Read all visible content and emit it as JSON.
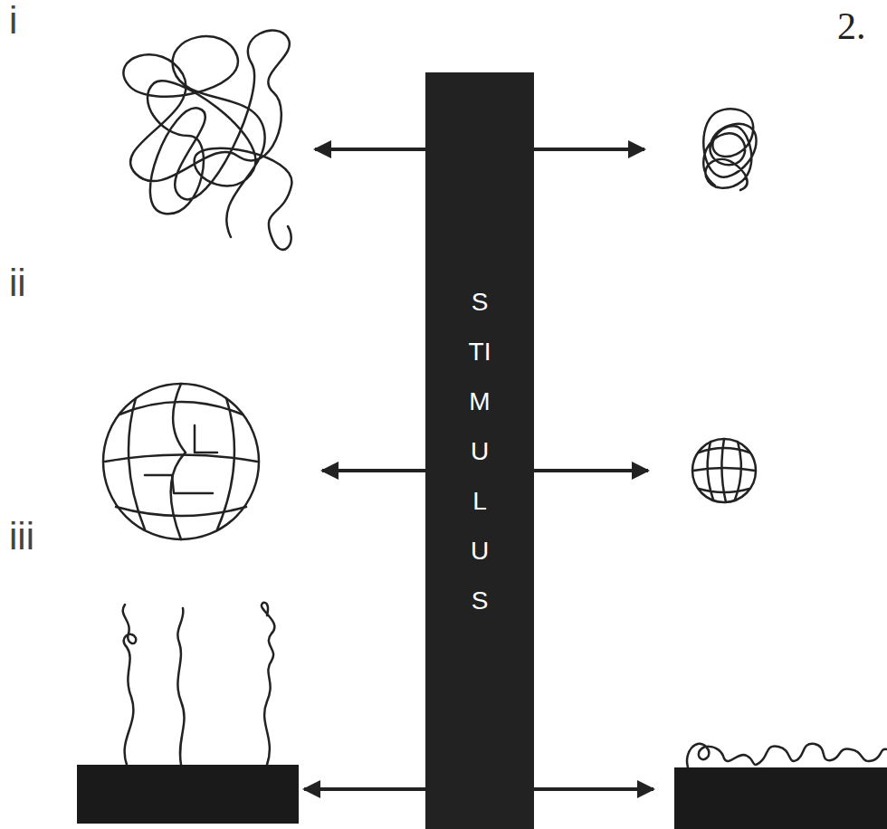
{
  "diagram": {
    "nodes": [
      {
        "text": [
          "STIMULUS"
        ]
      }
    ],
    "labels": [
      "i",
      "ii",
      "iii",
      "2."
    ]
  }
}
